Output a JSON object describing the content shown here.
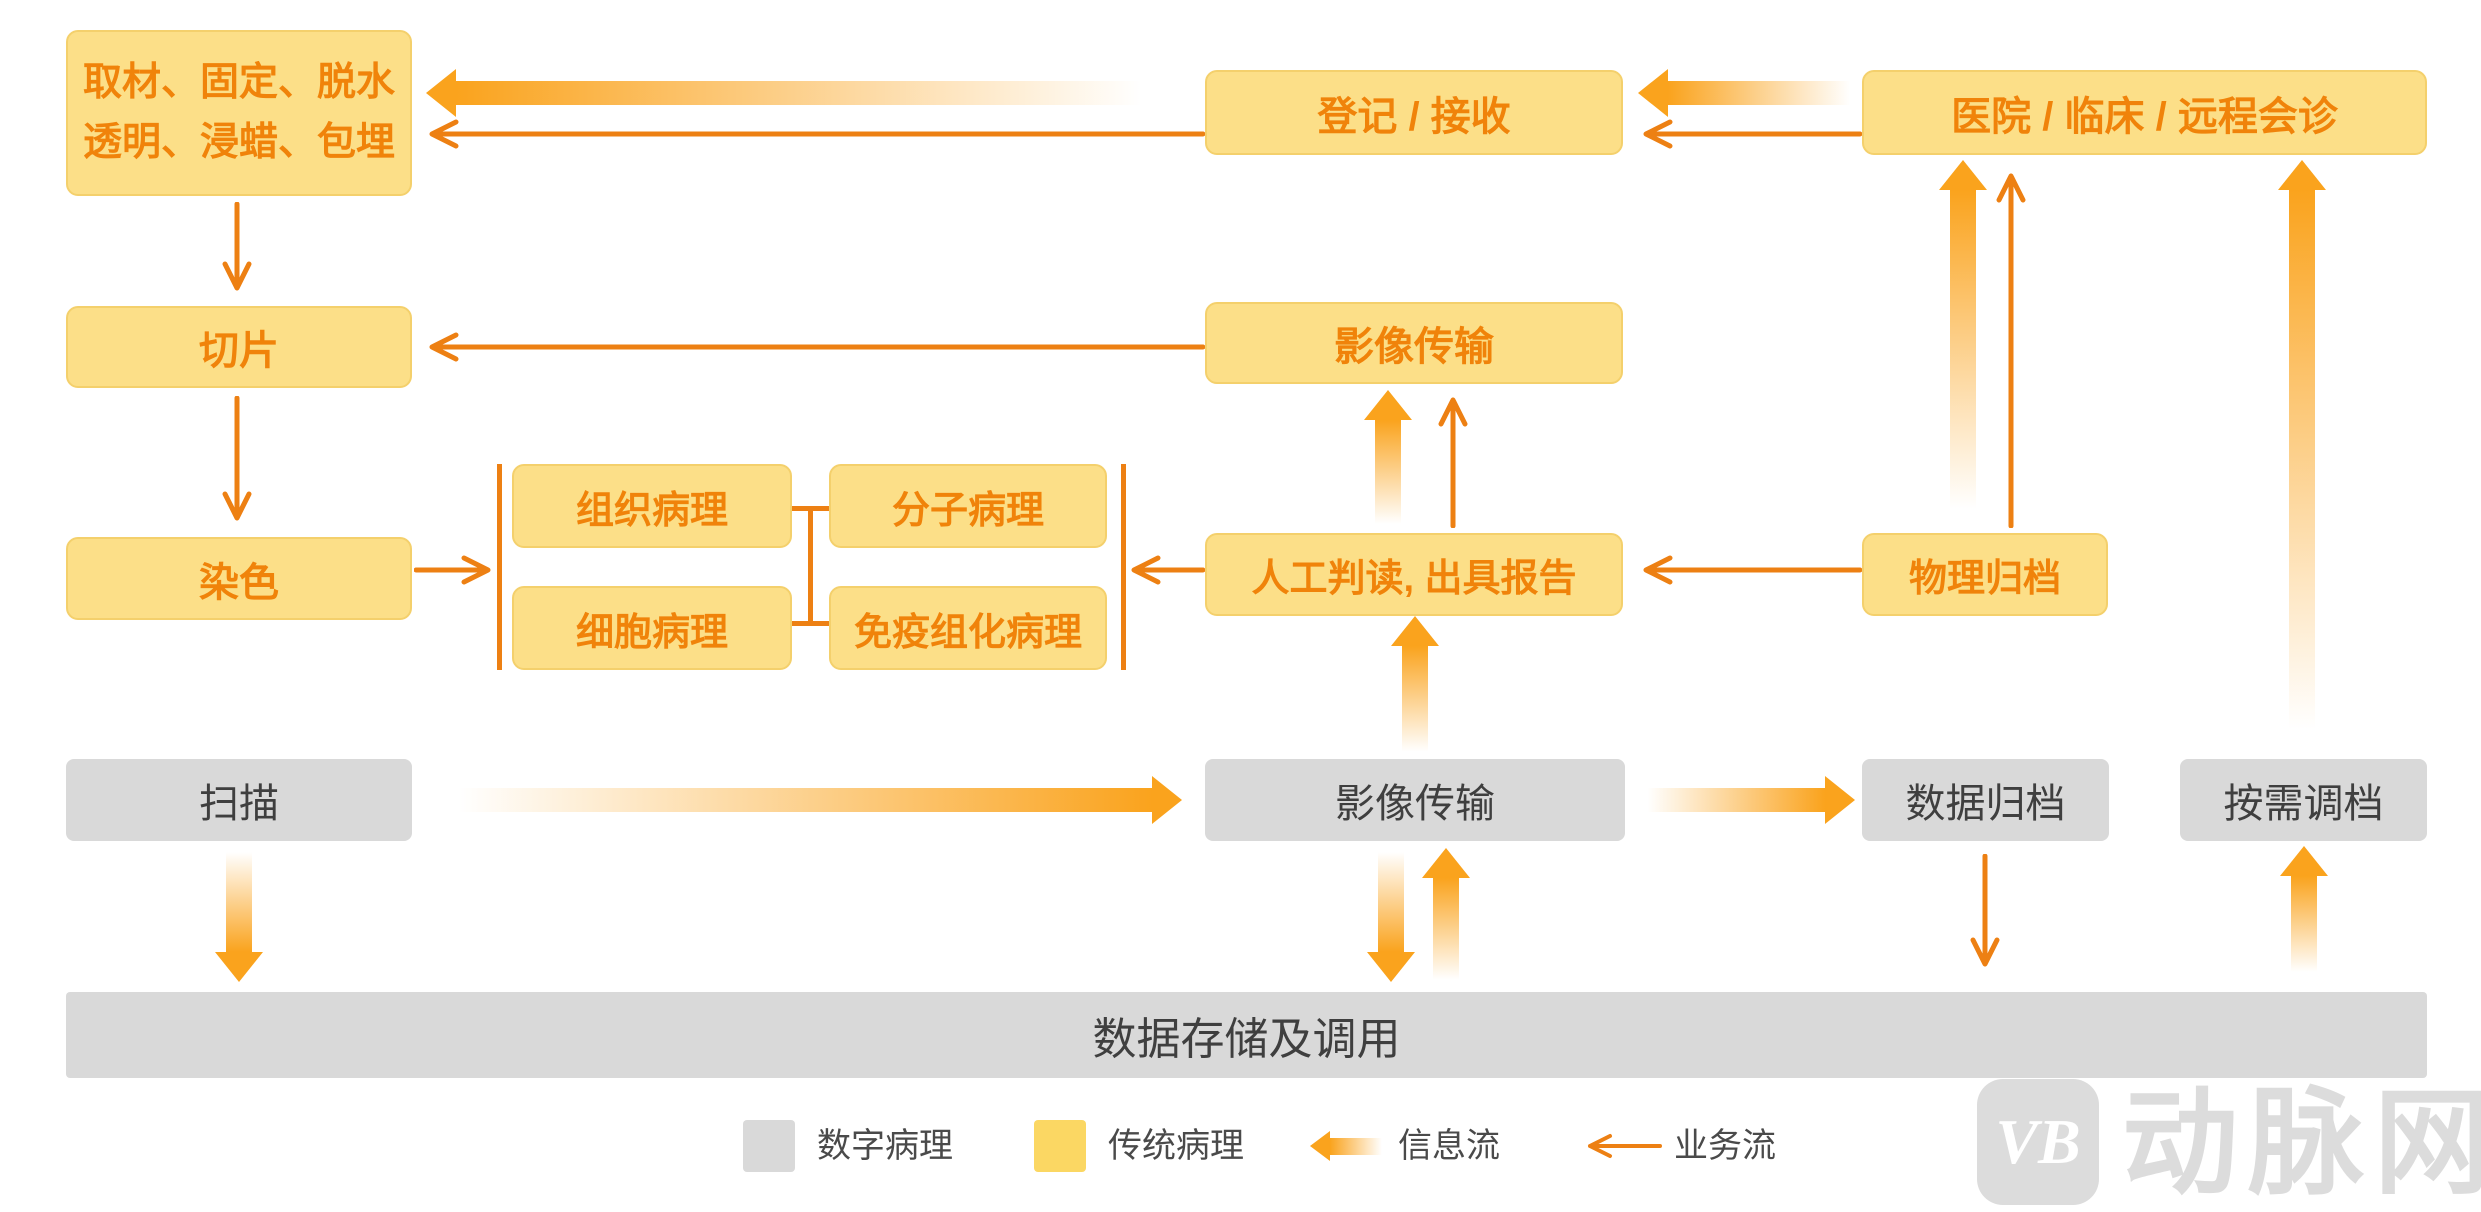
{
  "diagram": {
    "boxes": {
      "sampling_line1": "取材、固定、脱水",
      "sampling_line2": "透明、浸蜡、包埋",
      "slicing": "切片",
      "staining": "染色",
      "registration": "登记 / 接收",
      "image_transfer_traditional": "影像传输",
      "manual_reading": "人工判读, 出具报告",
      "hospital": "医院 / 临床 / 远程会诊",
      "physical_archive": "物理归档",
      "tissue_pathology": "组织病理",
      "molecular_pathology": "分子病理",
      "cell_pathology": "细胞病理",
      "ihc_pathology": "免疫组化病理",
      "scan": "扫描",
      "image_transfer_digital": "影像传输",
      "data_archive": "数据归档",
      "on_demand_retrieval": "按需调档",
      "data_storage": "数据存储及调用"
    },
    "legend": {
      "digital": "数字病理",
      "traditional": "传统病理",
      "info_flow": "信息流",
      "business_flow": "业务流"
    },
    "watermark": {
      "logo": "VB",
      "name": "动脉网"
    },
    "colors": {
      "traditional_fill": "#FCDF88",
      "digital_fill": "#D9D9D9",
      "accent_text": "#F0830A",
      "business_arrow": "#ED8013",
      "info_arrow": "#FAA31D",
      "dark_text": "#3F3F3F",
      "watermark": "#DCDCDC"
    }
  }
}
